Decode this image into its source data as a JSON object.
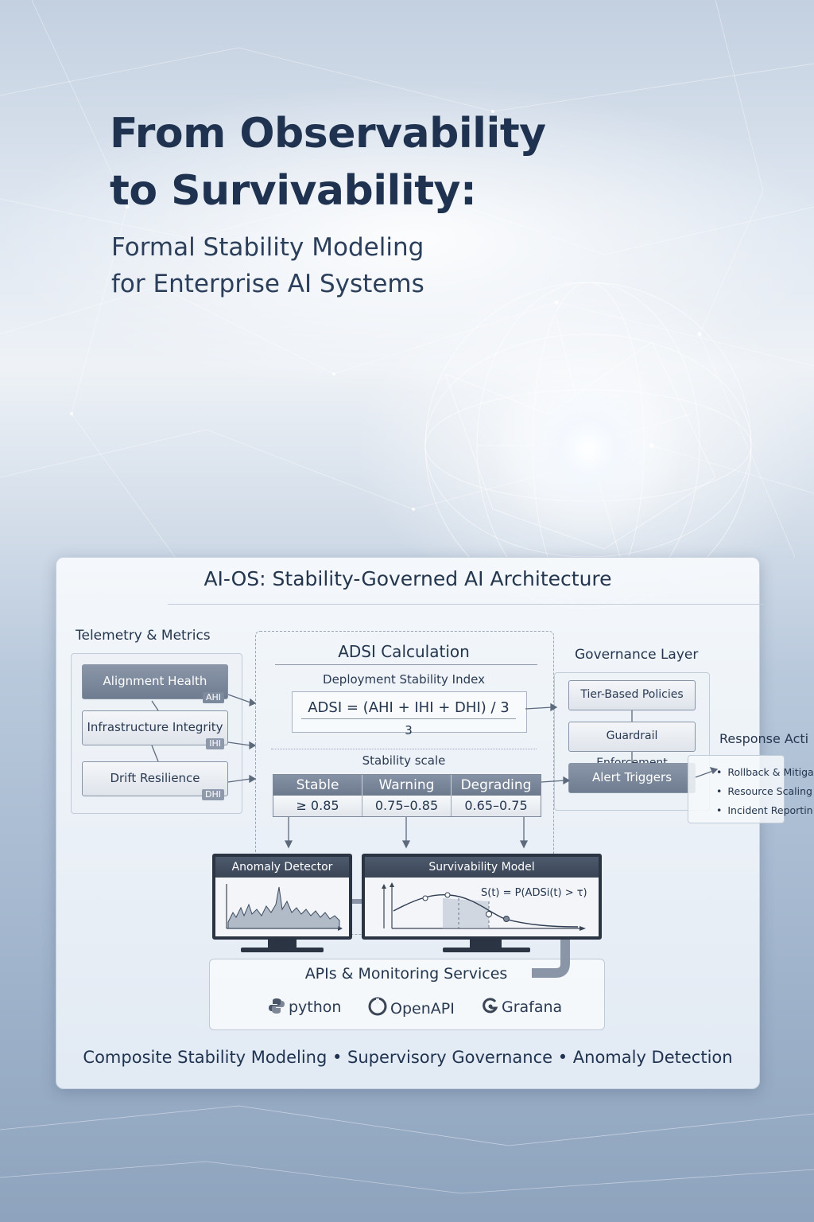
{
  "cover": {
    "title_line1": "From Observability",
    "title_line2": "to Survivability:",
    "subtitle_line1": "Formal Stability Modeling",
    "subtitle_line2": "for Enterprise AI Systems"
  },
  "diagram": {
    "title": "AI-OS: Stability-Governed AI Architecture",
    "telemetry": {
      "label": "Telemetry & Metrics",
      "items": [
        {
          "label": "Alignment Health",
          "tag": "AHI"
        },
        {
          "label": "Infrastructure Integrity",
          "tag": "IHI"
        },
        {
          "label": "Drift Resilience",
          "tag": "DHI"
        }
      ]
    },
    "adsi": {
      "title": "ADSI Calculation",
      "subtitle": "Deployment Stability Index",
      "formula": "ADSI = (AHI + IHI + DHI) / 3",
      "denominator": "3",
      "scale_label": "Stability scale",
      "scale": [
        {
          "name": "Stable",
          "range": "≥ 0.85"
        },
        {
          "name": "Warning",
          "range": "0.75–0.85"
        },
        {
          "name": "Degrading",
          "range": "0.65–0.75"
        }
      ]
    },
    "governance": {
      "label": "Governance Layer",
      "items": [
        "Tier-Based Policies",
        "Guardrail Enforcement",
        "Alert Triggers"
      ]
    },
    "response": {
      "label": "Response Acti",
      "items": [
        "Rollback & Mitiga",
        "Resource Scaling",
        "Incident Reportin"
      ]
    },
    "monitors": {
      "anomaly": "Anomaly Detector",
      "survival": "Survivability Model",
      "survival_formula": "S(t) = P(ADSi(t) > τ)"
    },
    "apis": {
      "title": "APIs & Monitoring Services",
      "logos": [
        "python",
        "OpenAPI",
        "Grafana"
      ]
    },
    "tagline": "Composite Stability Modeling • Supervisory Governance • Anomaly Detection"
  },
  "colors": {
    "title": "#1f3350",
    "panel": "#f2f6fa",
    "dark_box": "#7a879a",
    "monitor_frame": "#2b3442"
  }
}
